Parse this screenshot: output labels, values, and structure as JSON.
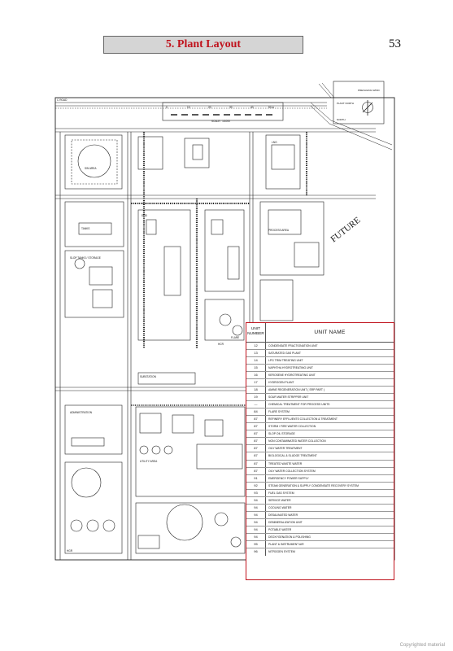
{
  "header": {
    "title": "5. Plant Layout",
    "page_number": "53"
  },
  "plan": {
    "future_label": "FUTURE",
    "north": {
      "prevailing": "PREVAILING WIND",
      "plant": "PLANT NORTH",
      "true_north": "NORTH"
    },
    "scale": {
      "label": "SCALE : 1/1000",
      "ticks": [
        "0",
        "10",
        "20",
        "30",
        "40",
        "50 m"
      ]
    },
    "road_label": "C ROAD",
    "annotations": {
      "sw_area": "SW AREA",
      "lng": "LNG",
      "tanks": "TANKS",
      "storage": "SLOP TANKS / STORAGE",
      "utility": "UTILITY AREA",
      "substation": "SUBSTATION",
      "proc": "PROCESS AREA",
      "admin": "ADMINISTRATION",
      "flare": "FLARE",
      "dhd": "DHD",
      "hcr": "HCR",
      "hgr": "HGR"
    }
  },
  "unit_table": {
    "header_number": "UNIT NUMBER",
    "header_name": "UNIT NAME",
    "rows": [
      {
        "num": "12",
        "name": "CONDENSATE FRACTIONATION UNIT"
      },
      {
        "num": "13",
        "name": "SATURATED GAS PLANT"
      },
      {
        "num": "14",
        "name": "LPG TRIM TREATING UNIT"
      },
      {
        "num": "15",
        "name": "NAPHTHA HYDROTREATING UNIT"
      },
      {
        "num": "16",
        "name": "KEROSENE HYDROTREATING UNIT"
      },
      {
        "num": "17",
        "name": "HYDROGEN PLANT"
      },
      {
        "num": "18",
        "name": "AMINE REGENERATION UNIT      ( SRP PART )"
      },
      {
        "num": "19",
        "name": "SOUR WATER STRIPPER UNIT"
      },
      {
        "num": "—",
        "name": "CHEMICAL TREATMENT FOR PROCESS UNITS"
      },
      {
        "num": "84",
        "name": "FLARE SYSTEM"
      },
      {
        "num": "87",
        "name": "REFINERY EFFLUENTS COLLECTION & TREATMENT"
      },
      {
        "num": "87",
        "name": "STORM / FIRE WATER COLLECTION"
      },
      {
        "num": "87",
        "name": "SLOP OIL STORAGE"
      },
      {
        "num": "87",
        "name": "NON CONTAMINATED WATER COLLECTION"
      },
      {
        "num": "87",
        "name": "OILY WATER TREATMENT"
      },
      {
        "num": "87",
        "name": "BIOLOGICAL & SLUDGE TREATMENT"
      },
      {
        "num": "87",
        "name": "TREATED WASTE WATER"
      },
      {
        "num": "87",
        "name": "OILY WATER COLLECTION SYSTEM"
      },
      {
        "num": "91",
        "name": "EMERGENCY POWER SUPPLY"
      },
      {
        "num": "92",
        "name": "STEAM GENERATION & SUPPLY CONDENSATE RECOVERY SYSTEM"
      },
      {
        "num": "93",
        "name": "FUEL GAS SYSTEM"
      },
      {
        "num": "94",
        "name": "SERVICE WATER"
      },
      {
        "num": "94",
        "name": "COOLING WATER"
      },
      {
        "num": "94",
        "name": "DESALINATED WATER"
      },
      {
        "num": "94",
        "name": "DEMINERALIZATION UNIT"
      },
      {
        "num": "94",
        "name": "POTABLE WATER"
      },
      {
        "num": "94",
        "name": "DEOXYGENATION & POLISHING"
      },
      {
        "num": "95",
        "name": "PLANT & INSTRUMENT AIR"
      },
      {
        "num": "96",
        "name": "NITROGEN SYSTEM"
      }
    ]
  },
  "footer": {
    "copyright": "Copyrighted material"
  }
}
